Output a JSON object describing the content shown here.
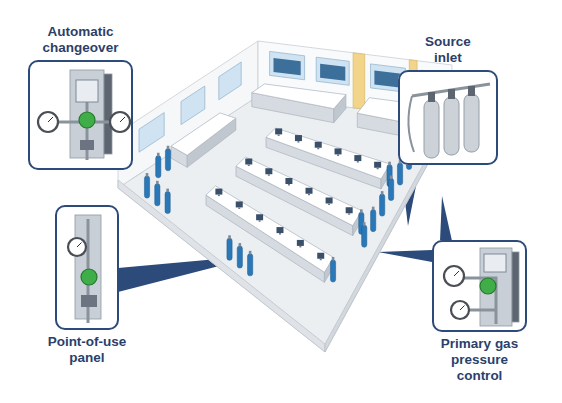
{
  "diagram": {
    "nodes": [
      {
        "text": [
          "Automatic changeover"
        ]
      },
      {
        "text": [
          "Source inlet"
        ]
      },
      {
        "text": [
          "Point-of-use panel"
        ]
      },
      {
        "text": [
          "Primary gas pressure control"
        ]
      }
    ]
  }
}
